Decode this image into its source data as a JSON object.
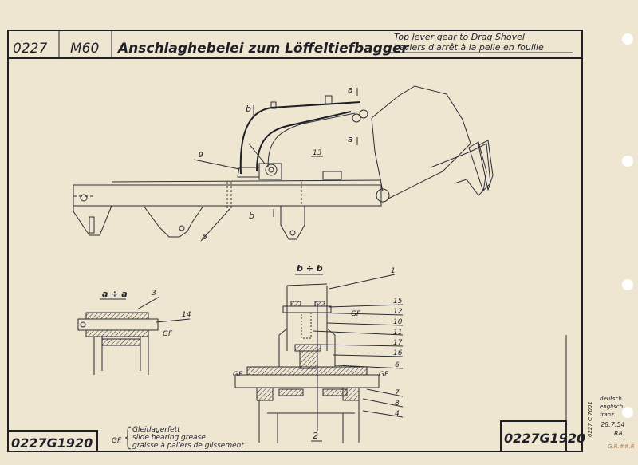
{
  "title_block": {
    "number": "0227",
    "model": "M60",
    "title_de": "Anschlaghebelei zum Löffeltiefbagger",
    "title_en": "Top lever gear to Drag Shovel",
    "title_fr": "Leviers d'arrêt à la pelle en fouille"
  },
  "drawing_number_left": "0227G1920",
  "drawing_number_right": "0227G1920",
  "legend": {
    "abbr": "GF",
    "lines": [
      "Gleitlagerfett",
      "slide bearing grease",
      "graisse à paliers de glissement"
    ]
  },
  "side_strip": {
    "code": "0227 C 7001",
    "languages": [
      "deutsch",
      "englisch",
      "franz."
    ],
    "date": "28.7.54",
    "initials": "Rä.",
    "stamp": "G.R.##.R"
  },
  "main_view": {
    "section_marks": [
      "a",
      "a",
      "b",
      "b"
    ],
    "callouts": [
      "9",
      "13",
      "5"
    ]
  },
  "section_aa": {
    "title": "a ÷ a",
    "callouts": [
      "3",
      "14"
    ],
    "grease": "GF"
  },
  "section_bb": {
    "title": "b ÷ b",
    "callouts": [
      "1",
      "15",
      "12",
      "10",
      "11",
      "17",
      "16",
      "6",
      "7",
      "8",
      "4",
      "2"
    ],
    "grease": "GF"
  }
}
